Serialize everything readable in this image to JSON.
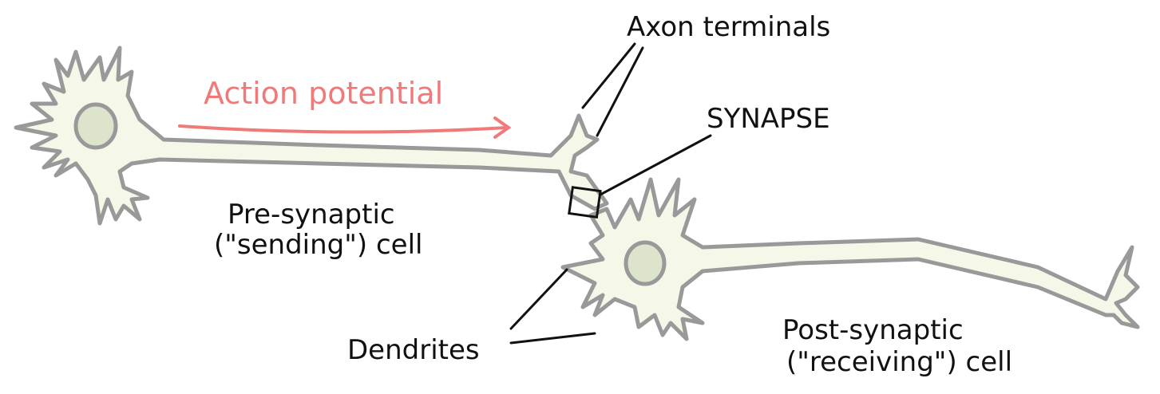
{
  "labels": {
    "axon_terminals": "Axon terminals",
    "action_potential": "Action potential",
    "synapse": "SYNAPSE",
    "pre_line1": "Pre-synaptic",
    "pre_line2": "(\"sending\") cell",
    "dendrites": "Dendrites",
    "post_line1": "Post-synaptic",
    "post_line2": "(\"receiving\") cell"
  },
  "colors": {
    "cell_fill": "#f5f7e9",
    "outline": "#999999",
    "nucleus": "#dce5cc",
    "arrow": "#f07a7a"
  }
}
